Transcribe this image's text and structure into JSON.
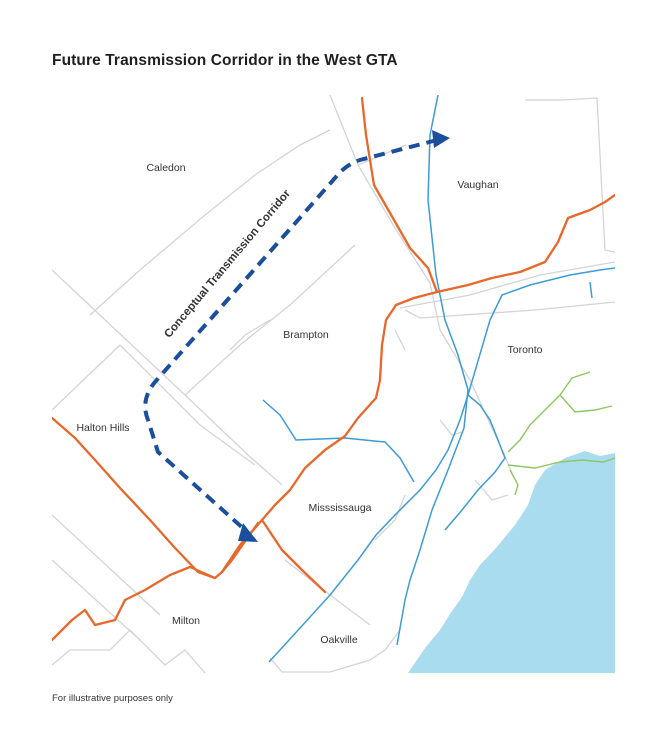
{
  "title": "Future Transmission Corridor in the West GTA",
  "footnote": "For illustrative purposes only",
  "map": {
    "places": {
      "caledon": "Caledon",
      "vaughan": "Vaughan",
      "brampton": "Brampton",
      "toronto": "Toronto",
      "halton_hills": "Halton Hills",
      "mississauga": "Misssissauga",
      "milton": "Milton",
      "oakville": "Oakville"
    },
    "corridor_label": "Conceptual Transmission Corridor",
    "colors": {
      "boundary": "#d4d4d4",
      "transmission_line": "#e8672a",
      "transit_blue": "#3d9bd6",
      "transit_green": "#8cc864",
      "corridor": "#1b4f9c",
      "lake": "#aadcf0"
    }
  }
}
